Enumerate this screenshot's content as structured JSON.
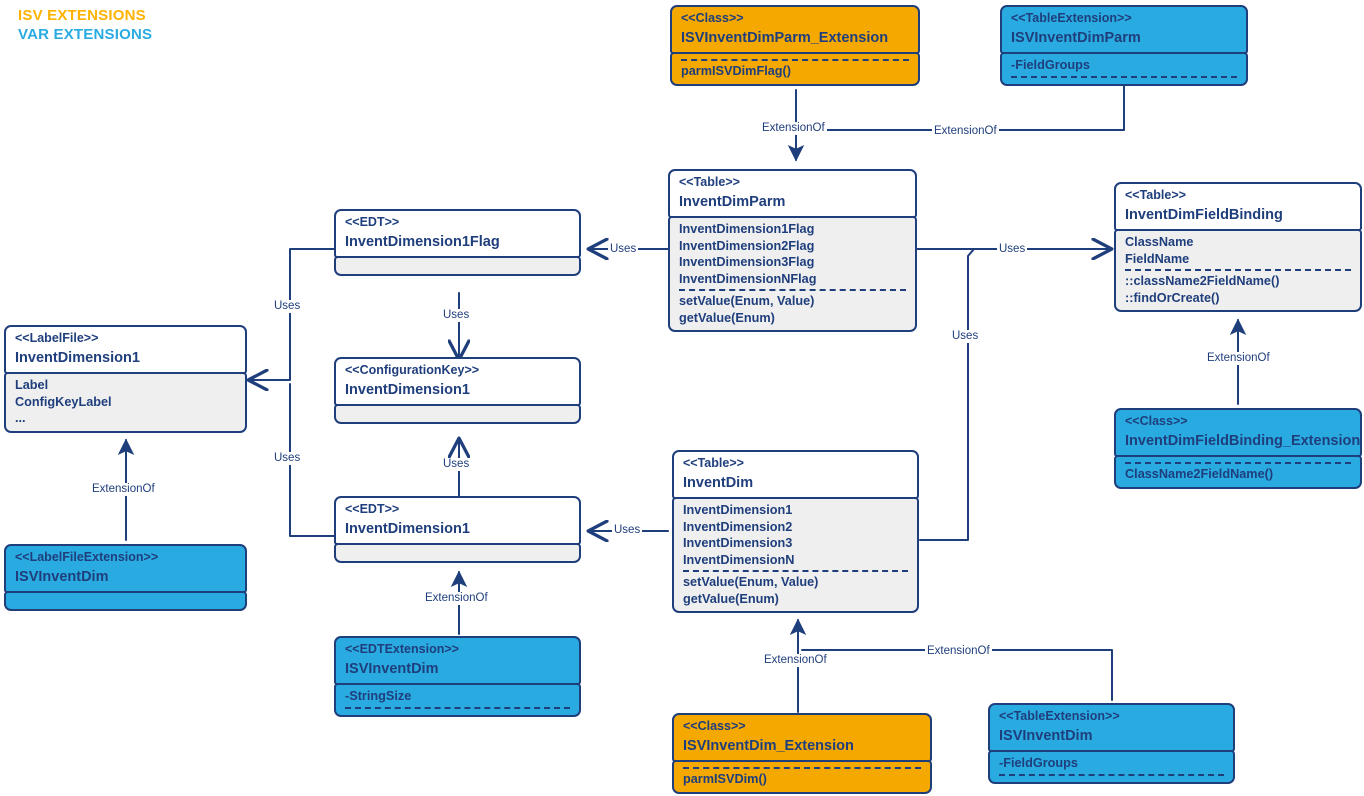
{
  "legend": {
    "isv": "ISV EXTENSIONS",
    "var": "VAR EXTENSIONS",
    "isv_color": "#FFB300",
    "var_color": "#29ABE2"
  },
  "colors": {
    "line": "#1F3E7C",
    "text": "#1F3E7C",
    "orange_fill": "#F5A800",
    "blue_fill": "#29ABE2",
    "body_fill": "#EFEFEF",
    "background": "#FFFFFF"
  },
  "nodes": [
    {
      "id": "isv-inventdimparm-extension",
      "stereotype": "<<Class>>",
      "name": "ISVInventDimParm_Extension",
      "style": "orange",
      "attributes": [],
      "operations": [
        "parmISVDimFlag()"
      ]
    },
    {
      "id": "isv-inventdimparm-tableextension",
      "stereotype": "<<TableExtension>>",
      "name": "ISVInventDimParm",
      "style": "blue",
      "attributes": [
        "-FieldGroups"
      ],
      "operations": []
    },
    {
      "id": "inventdimparm",
      "stereotype": "<<Table>>",
      "name": "InventDimParm",
      "style": "plain",
      "attributes": [
        "InventDimension1Flag",
        "InventDimension2Flag",
        "InventDimension3Flag",
        "InventDimensionNFlag"
      ],
      "operations": [
        "setValue(Enum, Value)",
        "getValue(Enum)"
      ]
    },
    {
      "id": "inventdimfieldbinding",
      "stereotype": "<<Table>>",
      "name": "InventDimFieldBinding",
      "style": "plain",
      "attributes": [
        "ClassName",
        "FieldName"
      ],
      "operations": [
        "::className2FieldName()",
        "::findOrCreate()"
      ]
    },
    {
      "id": "inventdimfieldbinding-extension",
      "stereotype": "<<Class>>",
      "name": "InventDimFieldBinding_Extension",
      "style": "blue",
      "attributes": [],
      "operations": [
        "ClassName2FieldName()"
      ]
    },
    {
      "id": "edt-inventdimension1flag",
      "stereotype": "<<EDT>>",
      "name": "InventDimension1Flag",
      "style": "plain",
      "attributes": [],
      "operations": []
    },
    {
      "id": "configurationkey-inventdimension1",
      "stereotype": "<<ConfigurationKey>>",
      "name": "InventDimension1",
      "style": "plain",
      "attributes": [],
      "operations": []
    },
    {
      "id": "labelfile-inventdimension1",
      "stereotype": "<<LabelFile>>",
      "name": "InventDimension1",
      "style": "plain",
      "attributes": [
        "Label",
        "ConfigKeyLabel",
        "..."
      ],
      "operations": []
    },
    {
      "id": "labelfileextension-isvinventdim",
      "stereotype": "<<LabelFileExtension>>",
      "name": "ISVInventDim",
      "style": "blue",
      "attributes": [],
      "operations": []
    },
    {
      "id": "edt-inventdimension1",
      "stereotype": "<<EDT>>",
      "name": "InventDimension1",
      "style": "plain",
      "attributes": [],
      "operations": []
    },
    {
      "id": "edtextension-isvinventdim",
      "stereotype": "<<EDTExtension>>",
      "name": "ISVInventDim",
      "style": "blue",
      "attributes": [
        "-StringSize"
      ],
      "operations": []
    },
    {
      "id": "inventdim",
      "stereotype": "<<Table>>",
      "name": "InventDim",
      "style": "plain",
      "attributes": [
        "InventDimension1",
        "InventDimension2",
        "InventDimension3",
        "InventDimensionN"
      ],
      "operations": [
        "setValue(Enum, Value)",
        "getValue(Enum)"
      ]
    },
    {
      "id": "isv-inventdim-extension",
      "stereotype": "<<Class>>",
      "name": "ISVInventDim_Extension",
      "style": "orange",
      "attributes": [],
      "operations": [
        "parmISVDim()"
      ]
    },
    {
      "id": "isv-inventdim-tableextension",
      "stereotype": "<<TableExtension>>",
      "name": "ISVInventDim",
      "style": "blue",
      "attributes": [
        "-FieldGroups"
      ],
      "operations": []
    }
  ],
  "connector_labels": {
    "uses": "Uses",
    "extension_of": "ExtensionOf"
  },
  "connectors": [
    {
      "from": "isv-inventdimparm-extension",
      "to": "inventdimparm",
      "label": "ExtensionOf"
    },
    {
      "from": "isv-inventdimparm-tableextension",
      "to": "inventdimparm",
      "label": "ExtensionOf"
    },
    {
      "from": "inventdimparm",
      "to": "edt-inventdimension1flag",
      "label": "Uses"
    },
    {
      "from": "inventdimparm",
      "to": "inventdimfieldbinding",
      "label": "Uses"
    },
    {
      "from": "inventdim",
      "to": "inventdimfieldbinding",
      "label": "Uses"
    },
    {
      "from": "inventdimfieldbinding-extension",
      "to": "inventdimfieldbinding",
      "label": "ExtensionOf"
    },
    {
      "from": "edt-inventdimension1flag",
      "to": "configurationkey-inventdimension1",
      "label": "Uses"
    },
    {
      "from": "edt-inventdimension1",
      "to": "configurationkey-inventdimension1",
      "label": "Uses"
    },
    {
      "from": "edt-inventdimension1flag",
      "to": "labelfile-inventdimension1",
      "label": "Uses"
    },
    {
      "from": "edt-inventdimension1",
      "to": "labelfile-inventdimension1",
      "label": "Uses"
    },
    {
      "from": "labelfileextension-isvinventdim",
      "to": "labelfile-inventdimension1",
      "label": "ExtensionOf"
    },
    {
      "from": "edtextension-isvinventdim",
      "to": "edt-inventdimension1",
      "label": "ExtensionOf"
    },
    {
      "from": "inventdim",
      "to": "edt-inventdimension1",
      "label": "Uses"
    },
    {
      "from": "isv-inventdim-extension",
      "to": "inventdim",
      "label": "ExtensionOf"
    },
    {
      "from": "isv-inventdim-tableextension",
      "to": "inventdim",
      "label": "ExtensionOf"
    }
  ]
}
